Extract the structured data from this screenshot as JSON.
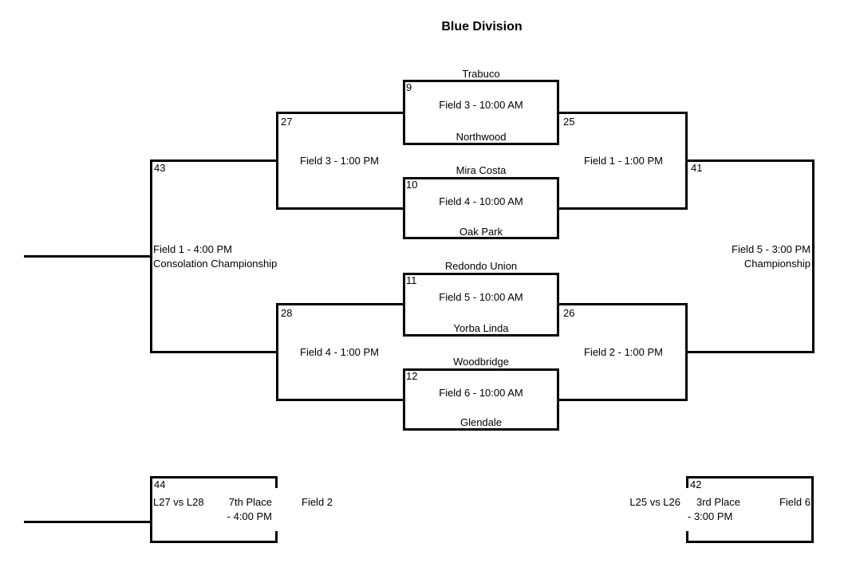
{
  "title": "Blue Division",
  "games": {
    "g9": {
      "number": "9",
      "top_team": "Trabuco",
      "info": "Field 3 - 10:00 AM",
      "bottom_team": "Northwood"
    },
    "g10": {
      "number": "10",
      "top_team": "Mira Costa",
      "info": "Field 4 - 10:00 AM",
      "bottom_team": "Oak Park"
    },
    "g11": {
      "number": "11",
      "top_team": "Redondo Union",
      "info": "Field 5 - 10:00 AM",
      "bottom_team": "Yorba Linda"
    },
    "g12": {
      "number": "12",
      "top_team": "Woodbridge",
      "info": "Field 6 - 10:00 AM",
      "bottom_team": "Glendale"
    },
    "g27": {
      "number": "27",
      "info": "Field 3 - 1:00 PM"
    },
    "g25": {
      "number": "25",
      "info": "Field 1 - 1:00 PM"
    },
    "g28": {
      "number": "28",
      "info": "Field 4 - 1:00 PM"
    },
    "g26": {
      "number": "26",
      "info": "Field 2 - 1:00 PM"
    },
    "g43": {
      "number": "43",
      "info": "Field 1 - 4:00 PM",
      "label": "Consolation Championship"
    },
    "g41": {
      "number": "41",
      "info": "Field 5 - 3:00 PM",
      "label": "Championship"
    },
    "g44": {
      "number": "44",
      "matchup": "L27 vs L28",
      "place": "7th Place",
      "time": "- 4:00 PM",
      "field": "Field 2"
    },
    "g42": {
      "number": "42",
      "matchup": "L25 vs L26",
      "place": "3rd Place",
      "time": "- 3:00 PM",
      "field": "Field 6"
    }
  }
}
